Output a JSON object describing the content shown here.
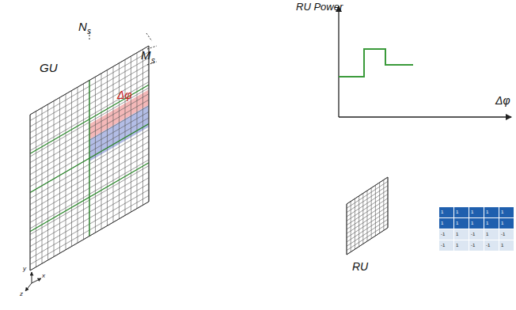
{
  "diagram": {
    "labels": [
      "GU",
      "N",
      "s",
      "M",
      "s",
      "Δφ",
      "RU Power",
      "Δφ",
      "RU",
      "y",
      "x",
      "z",
      "1",
      "1",
      "1",
      "1",
      "1",
      "1",
      "1",
      "1",
      "1",
      "1",
      "-1",
      "1",
      "-1",
      "1",
      "-1",
      "-1",
      "1",
      "-1",
      "-1",
      "1"
    ]
  }
}
